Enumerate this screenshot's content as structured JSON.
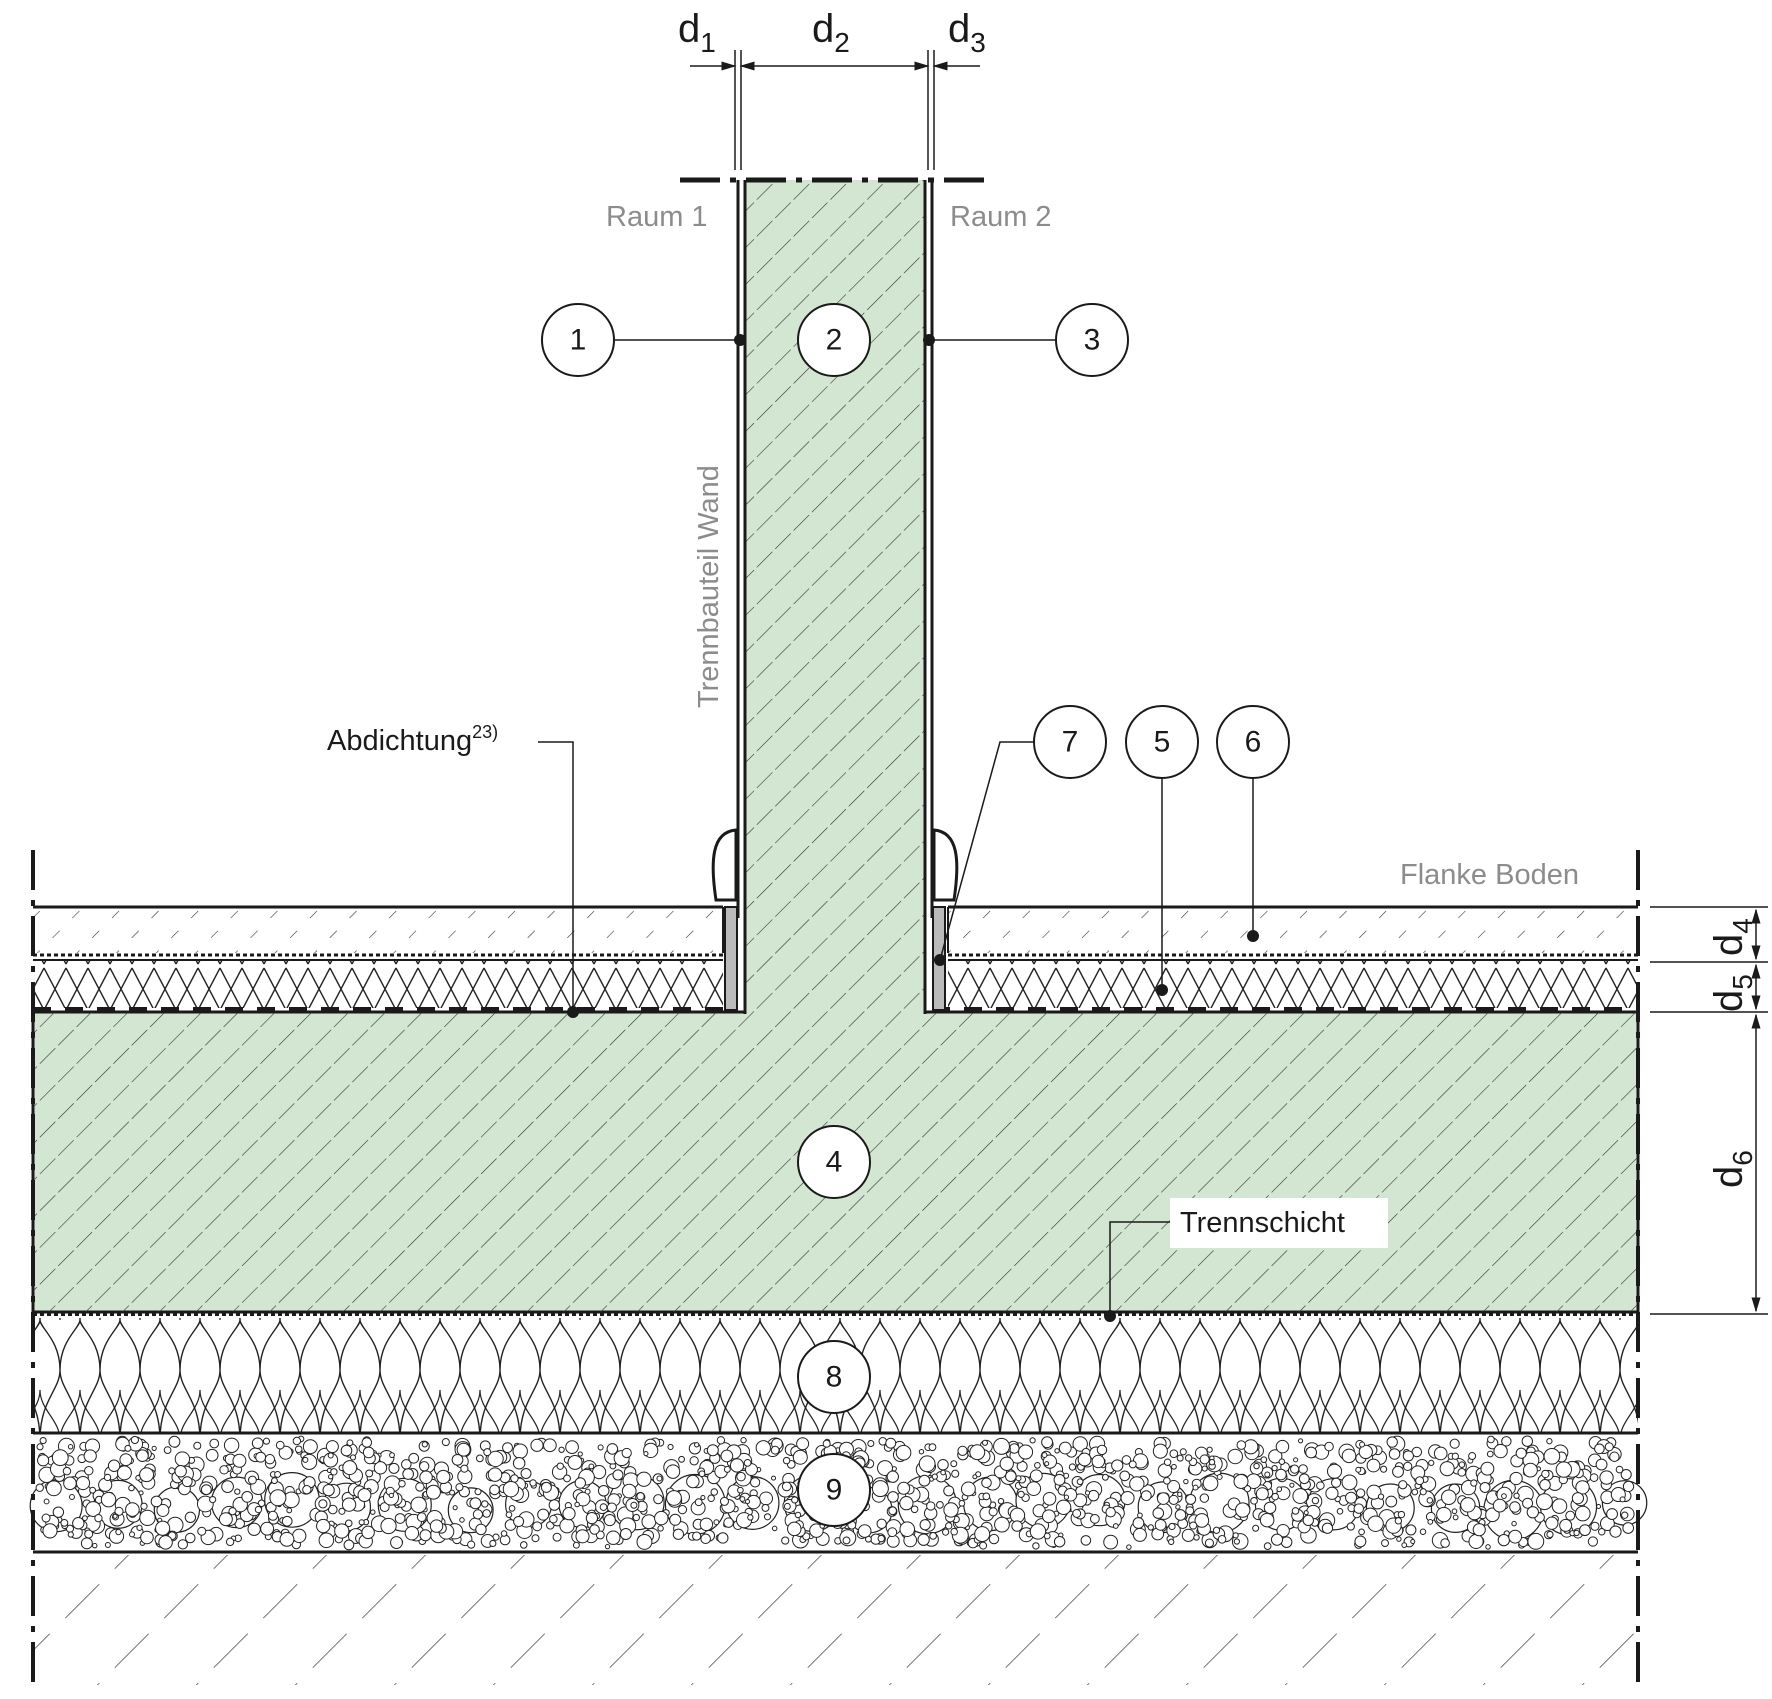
{
  "dimensions": {
    "d1": {
      "main": "d",
      "sub": "1"
    },
    "d2": {
      "main": "d",
      "sub": "2"
    },
    "d3": {
      "main": "d",
      "sub": "3"
    },
    "d4": {
      "main": "d",
      "sub": "4"
    },
    "d5": {
      "main": "d",
      "sub": "5"
    },
    "d6": {
      "main": "d",
      "sub": "6"
    }
  },
  "labels": {
    "room1": "Raum 1",
    "room2": "Raum 2",
    "wall": "Trennbauteil Wand",
    "floor_flank": "Flanke Boden",
    "sealing": "Abdichtung",
    "sealing_note": "23)",
    "separating_layer": "Trennschicht"
  },
  "callouts": [
    "1",
    "2",
    "3",
    "4",
    "5",
    "6",
    "7",
    "8",
    "9"
  ],
  "colors": {
    "concrete_fill": "#d3e6d1",
    "line": "#1a1a1a",
    "gray_text": "#8c8c8c"
  }
}
